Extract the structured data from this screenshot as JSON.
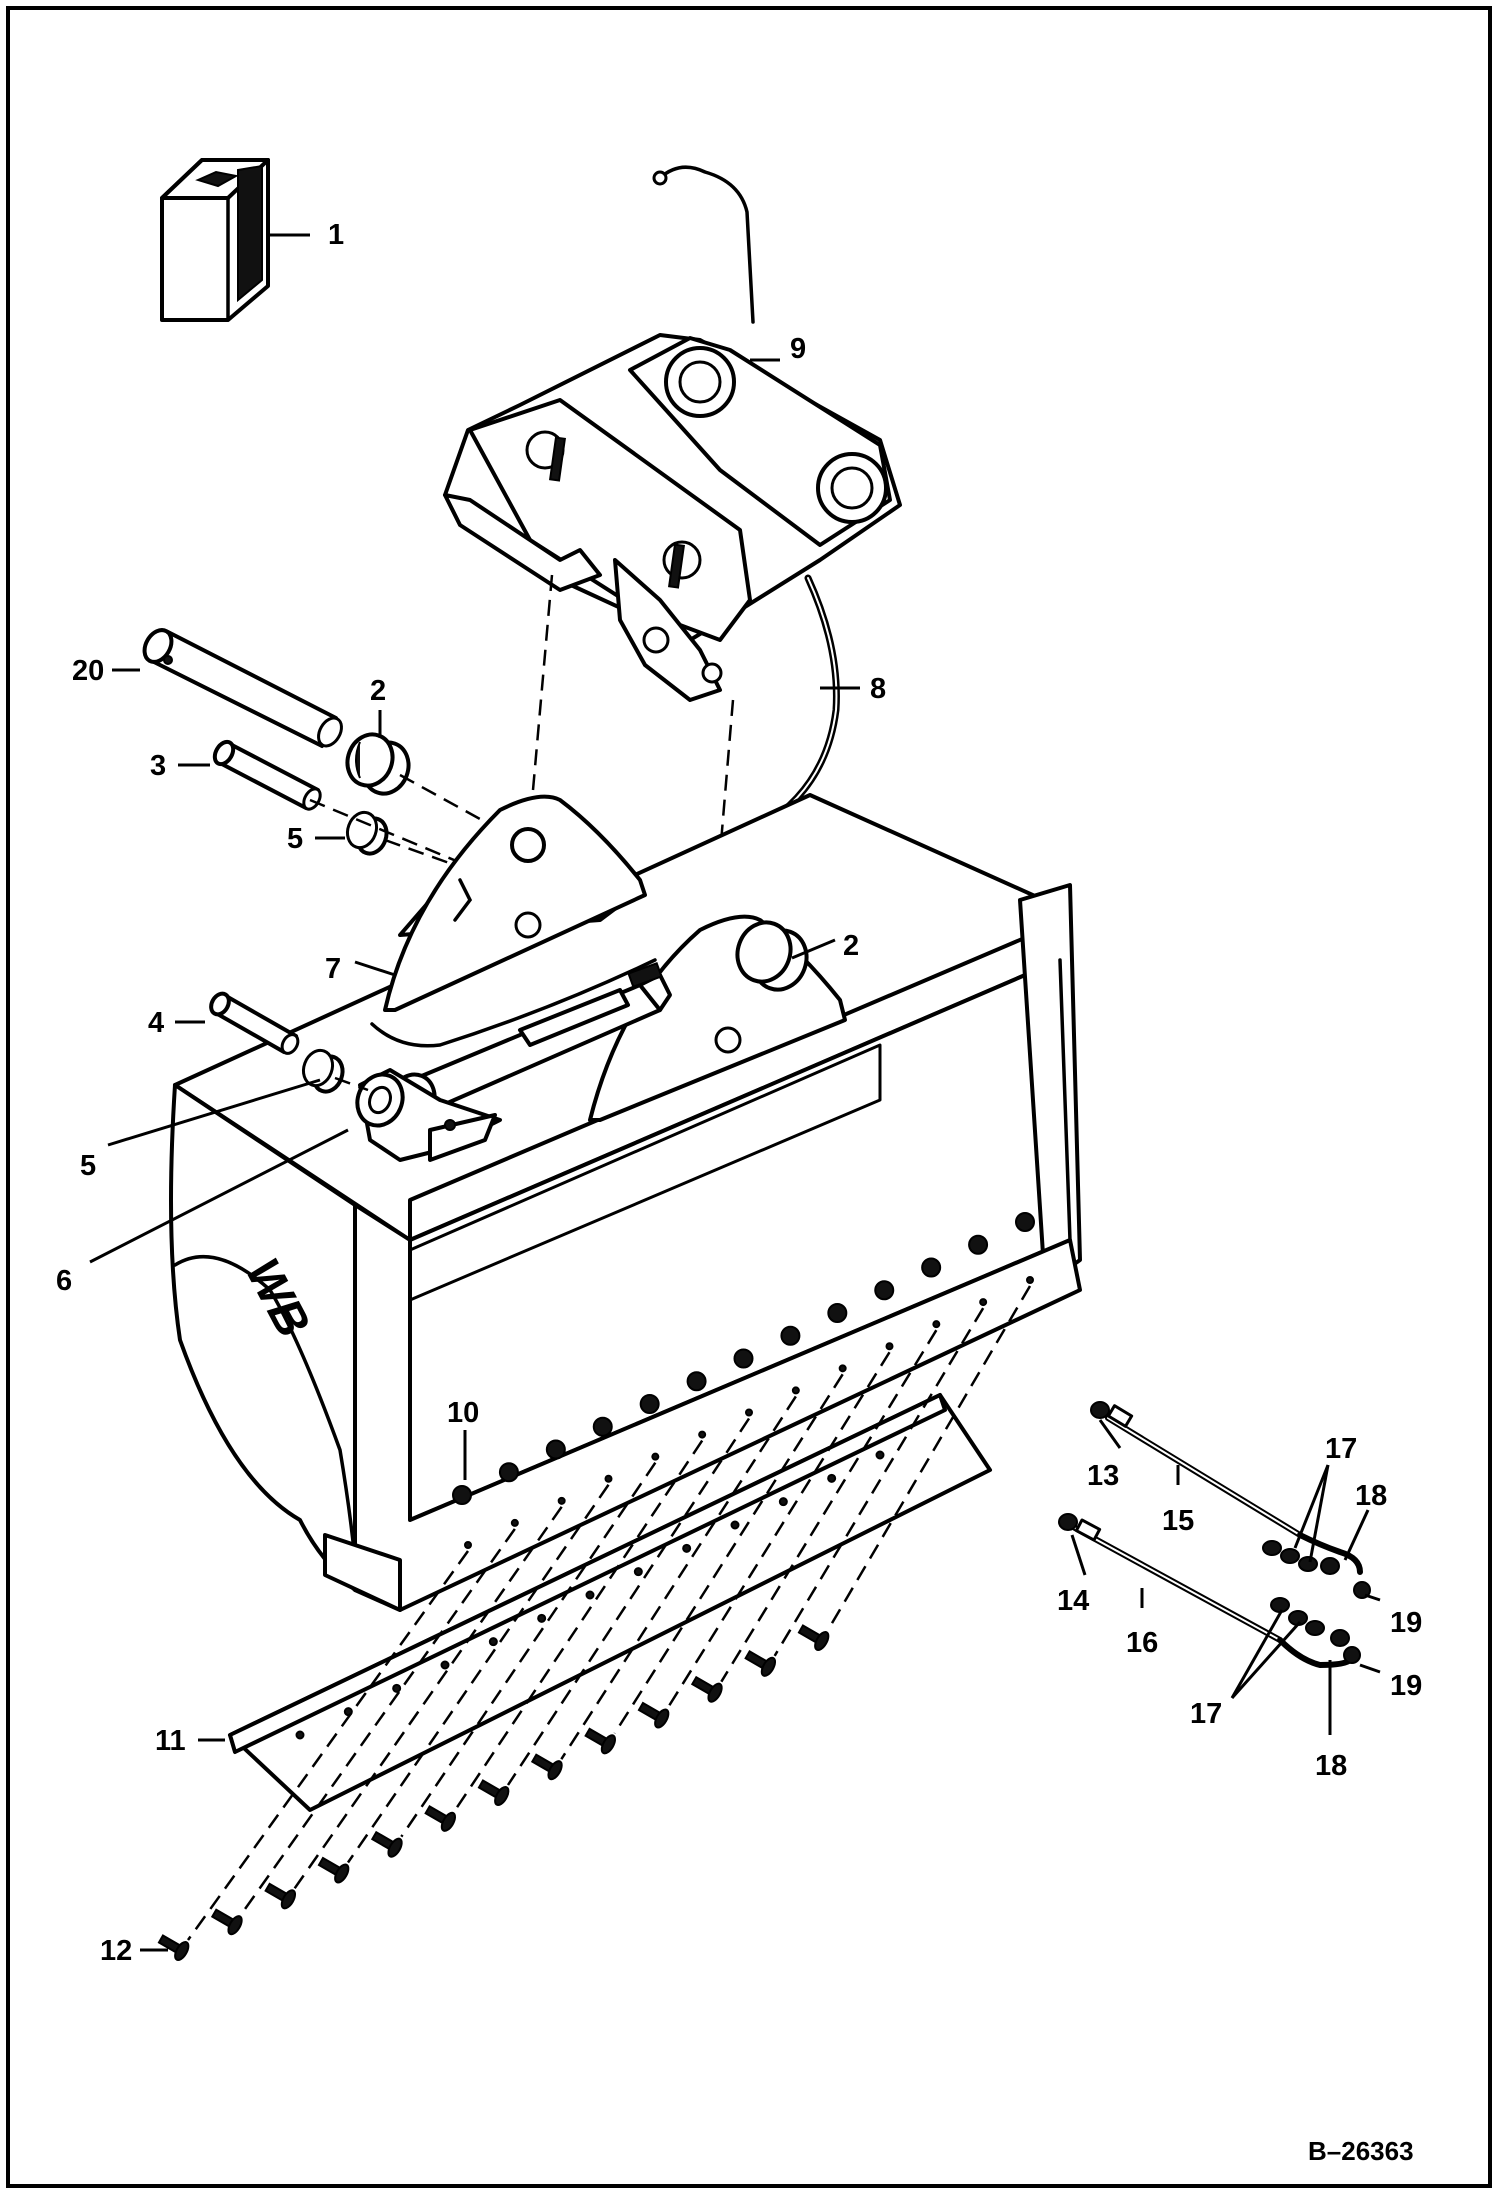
{
  "figure": {
    "document_id": "B–26363"
  },
  "callouts": [
    {
      "id": "c1",
      "text": "1"
    },
    {
      "id": "c2a",
      "text": "2"
    },
    {
      "id": "c2b",
      "text": "2"
    },
    {
      "id": "c3",
      "text": "3"
    },
    {
      "id": "c4",
      "text": "4"
    },
    {
      "id": "c5a",
      "text": "5"
    },
    {
      "id": "c5b",
      "text": "5"
    },
    {
      "id": "c6",
      "text": "6"
    },
    {
      "id": "c7",
      "text": "7"
    },
    {
      "id": "c8",
      "text": "8"
    },
    {
      "id": "c9",
      "text": "9"
    },
    {
      "id": "c10",
      "text": "10"
    },
    {
      "id": "c11",
      "text": "11"
    },
    {
      "id": "c12",
      "text": "12"
    },
    {
      "id": "c13",
      "text": "13"
    },
    {
      "id": "c14",
      "text": "14"
    },
    {
      "id": "c15",
      "text": "15"
    },
    {
      "id": "c16",
      "text": "16"
    },
    {
      "id": "c17a",
      "text": "17"
    },
    {
      "id": "c17b",
      "text": "17"
    },
    {
      "id": "c18a",
      "text": "18"
    },
    {
      "id": "c18b",
      "text": "18"
    },
    {
      "id": "c19a",
      "text": "19"
    },
    {
      "id": "c19b",
      "text": "19"
    },
    {
      "id": "c20",
      "text": "20"
    }
  ],
  "logo_text": "WB"
}
